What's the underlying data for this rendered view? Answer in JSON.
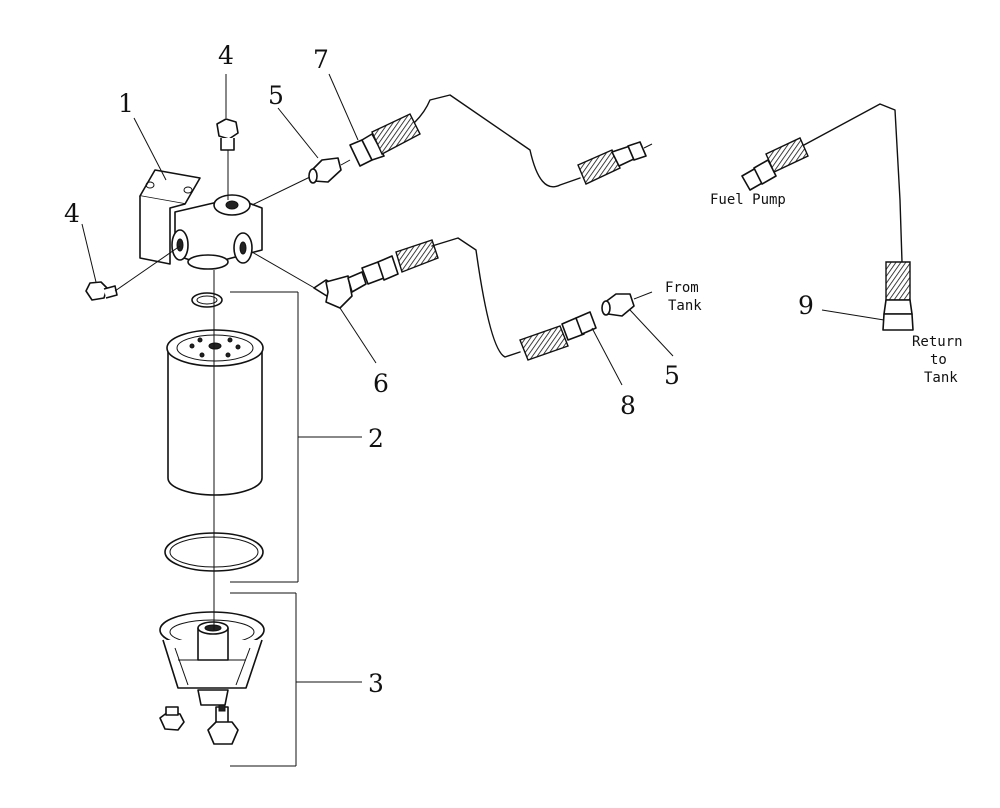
{
  "callouts": {
    "c1": "1",
    "c2": "2",
    "c3": "3",
    "c4a": "4",
    "c4b": "4",
    "c5a": "5",
    "c5b": "5",
    "c6": "6",
    "c7": "7",
    "c8": "8",
    "c9": "9"
  },
  "labels": {
    "fuel_pump": "Fuel Pump",
    "from_tank_1": "From",
    "from_tank_2": "Tank",
    "return_1": "Return",
    "return_2": "to",
    "return_3": "Tank"
  }
}
